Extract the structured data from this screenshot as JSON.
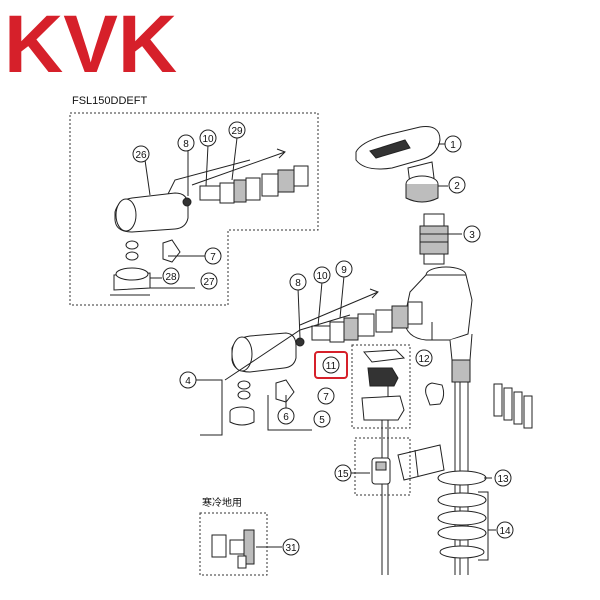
{
  "brand": {
    "logo_text": "KVK",
    "logo_color": "#d6202a"
  },
  "model_label": "FSL150DDEFT",
  "cold_region_label": "寒冷地用",
  "highlight_color": "#d6202a",
  "callouts": {
    "c1": "1",
    "c2": "2",
    "c3": "3",
    "c4": "4",
    "c5": "5",
    "c6": "6",
    "c7a": "7",
    "c7b": "7",
    "c8a": "8",
    "c8b": "8",
    "c9": "9",
    "c10a": "10",
    "c10b": "10",
    "c11": "11",
    "c12": "12",
    "c13": "13",
    "c14": "14",
    "c15": "15",
    "c26": "26",
    "c27": "27",
    "c28": "28",
    "c29": "29",
    "c31": "31"
  }
}
